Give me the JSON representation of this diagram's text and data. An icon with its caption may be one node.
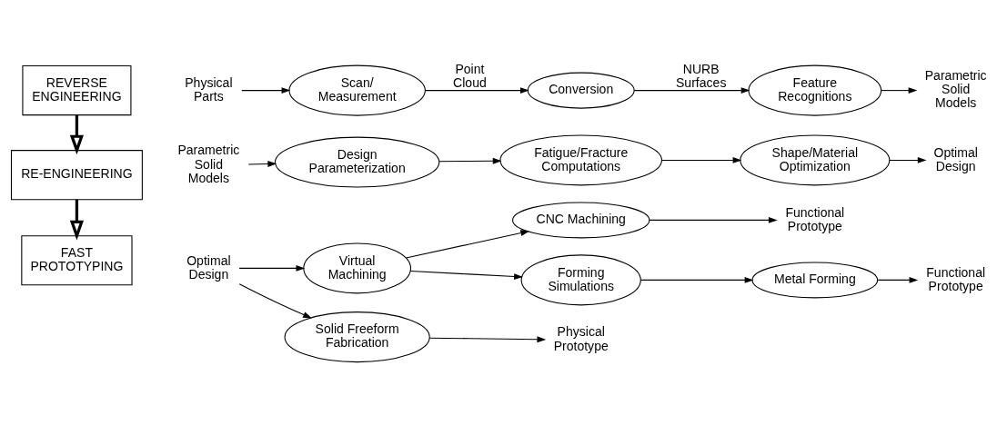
{
  "diagram": {
    "nodes": [
      {
        "text": [
          "REVERSE ENGINEERING"
        ]
      },
      {
        "text": [
          "Physical Parts"
        ]
      },
      {
        "text": [
          "Scan/ Measurement"
        ]
      },
      {
        "text": [
          "Conversion"
        ]
      },
      {
        "text": [
          "Feature Recognitions"
        ]
      },
      {
        "text": [
          "Parametric Solid Models"
        ]
      },
      {
        "text": [
          "RE-ENGINEERING"
        ]
      },
      {
        "text": [
          "Parametric Solid Models"
        ]
      },
      {
        "text": [
          "Design Parameterization"
        ]
      },
      {
        "text": [
          "Fatigue/Fracture Computations"
        ]
      },
      {
        "text": [
          "Shape/Material Optimization"
        ]
      },
      {
        "text": [
          "Optimal Design"
        ]
      },
      {
        "text": [
          "FAST PROTOTYPING"
        ]
      },
      {
        "text": [
          "Optimal Design"
        ]
      },
      {
        "text": [
          "Virtual Machining"
        ]
      },
      {
        "text": [
          "CNC Machining"
        ]
      },
      {
        "text": [
          "Functional Prototype"
        ]
      },
      {
        "text": [
          "Forming Simulations"
        ]
      },
      {
        "text": [
          "Metal Forming"
        ]
      },
      {
        "text": [
          "Functional Prototype"
        ]
      },
      {
        "text": [
          "Solid Freeform Fabrication"
        ]
      },
      {
        "text": [
          "Physical Prototype"
        ]
      }
    ],
    "edges": [
      {
        "from": 1,
        "to": 2,
        "arrow": "to"
      },
      {
        "from": 2,
        "to": 3,
        "arrow": "to",
        "label": "Point Cloud"
      },
      {
        "from": 3,
        "to": 4,
        "arrow": "to",
        "label": "NURB Surfaces"
      },
      {
        "from": 4,
        "to": 5,
        "arrow": "to"
      },
      {
        "from": 0,
        "to": 6,
        "arrow": "to",
        "style": "thick"
      },
      {
        "from": 6,
        "to": 12,
        "arrow": "to",
        "style": "thick"
      },
      {
        "from": 7,
        "to": 8,
        "arrow": "to"
      },
      {
        "from": 8,
        "to": 9,
        "arrow": "to"
      },
      {
        "from": 9,
        "to": 10,
        "arrow": "to"
      },
      {
        "from": 10,
        "to": 11,
        "arrow": "to"
      },
      {
        "from": 13,
        "to": 14,
        "arrow": "to"
      },
      {
        "from": 13,
        "to": 20,
        "arrow": "to"
      },
      {
        "from": 14,
        "to": 15,
        "arrow": "to"
      },
      {
        "from": 14,
        "to": 17,
        "arrow": "to"
      },
      {
        "from": 15,
        "to": 16,
        "arrow": "to"
      },
      {
        "from": 17,
        "to": 18,
        "arrow": "to"
      },
      {
        "from": 18,
        "to": 19,
        "arrow": "to"
      },
      {
        "from": 20,
        "to": 21,
        "arrow": "to"
      }
    ]
  }
}
